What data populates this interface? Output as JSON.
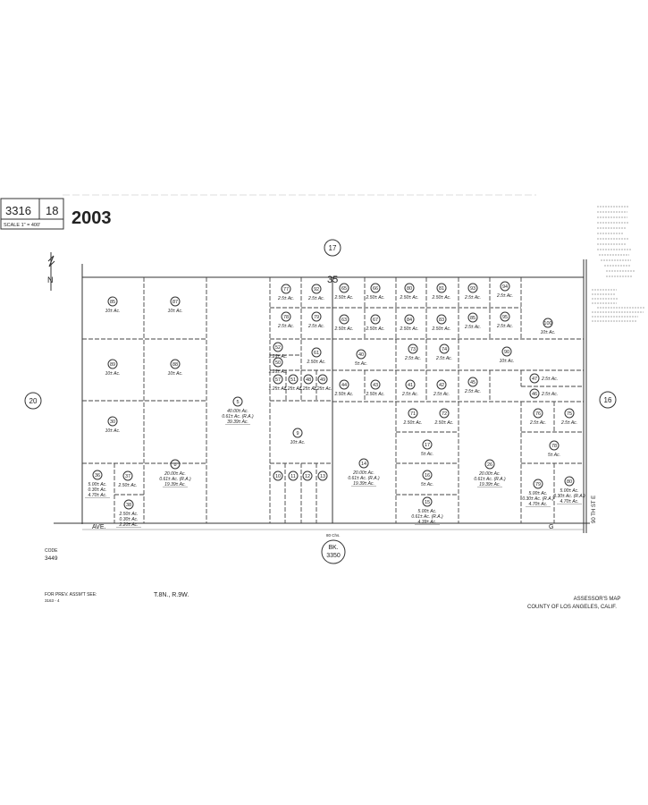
{
  "header": {
    "map_book": "3316",
    "page": "18",
    "scale": "SCALE 1\" = 400'",
    "year": "2003"
  },
  "map": {
    "section": "35",
    "adjacent_north": "17",
    "adjacent_west": "20",
    "adjacent_east": "16",
    "north_label": "N",
    "road_south_left": "AVE.",
    "road_south_right": "G",
    "road_width": "80 Chs.",
    "street_east": "90 TH ST E",
    "book_ref": [
      "BK.",
      "3350"
    ],
    "parcels": [
      {
        "num": "85",
        "area": [
          "10± Ac."
        ]
      },
      {
        "num": "87",
        "area": [
          "10± Ac."
        ]
      },
      {
        "num": "89",
        "area": [
          "10± Ac."
        ]
      },
      {
        "num": "88",
        "area": [
          "10± Ac."
        ]
      },
      {
        "num": "30",
        "area": [
          "10± Ac."
        ]
      },
      {
        "num": "8",
        "area": [
          "20.00± Ac.",
          "0.61± Ac. (R.A.)",
          "19.39± Ac."
        ]
      },
      {
        "num": "5",
        "area": [
          "40.00± Ac.",
          "0.61± Ac. (R.A.)",
          "39.39± Ac."
        ]
      },
      {
        "num": "36",
        "area": [
          "5.00± Ac.",
          "0.30± Ac.",
          "4.70± Ac."
        ]
      },
      {
        "num": "37",
        "area": [
          "2.50± Ac."
        ]
      },
      {
        "num": "38",
        "area": [
          "2.50± Ac.",
          "0.30± Ac.",
          "2.20± Ac."
        ]
      },
      {
        "num": "77",
        "area": [
          "2.5± Ac."
        ]
      },
      {
        "num": "92",
        "area": [
          "2.5± Ac."
        ]
      },
      {
        "num": "78",
        "area": [
          "2.5± Ac."
        ]
      },
      {
        "num": "79",
        "area": [
          "2.5± Ac."
        ]
      },
      {
        "num": "52",
        "area": [
          "1.25± Ac."
        ]
      },
      {
        "num": "50",
        "area": [
          "1.25± Ac."
        ]
      },
      {
        "num": "61",
        "area": [
          "2.50± Ac."
        ]
      },
      {
        "num": "57",
        "area": [
          "1.25± Ac."
        ]
      },
      {
        "num": "51",
        "area": [
          "1.25± Ac."
        ]
      },
      {
        "num": "48",
        "area": [
          "1.25± Ac."
        ]
      },
      {
        "num": "49",
        "area": [
          "1.25± Ac."
        ]
      },
      {
        "num": "9",
        "area": [
          "10± Ac."
        ]
      },
      {
        "num": "10",
        "area": []
      },
      {
        "num": "11",
        "area": []
      },
      {
        "num": "12",
        "area": []
      },
      {
        "num": "13",
        "area": []
      },
      {
        "num": "65",
        "area": [
          "2.50± Ac."
        ]
      },
      {
        "num": "66",
        "area": [
          "2.50± Ac."
        ]
      },
      {
        "num": "80",
        "area": [
          "2.50± Ac."
        ]
      },
      {
        "num": "81",
        "area": [
          "2.50± Ac."
        ]
      },
      {
        "num": "93",
        "area": [
          "2.5± Ac."
        ]
      },
      {
        "num": "94",
        "area": [
          "2.5± Ac."
        ]
      },
      {
        "num": "63",
        "area": [
          "2.50± Ac."
        ]
      },
      {
        "num": "67",
        "area": [
          "2.50± Ac."
        ]
      },
      {
        "num": "84",
        "area": [
          "2.50± Ac."
        ]
      },
      {
        "num": "83",
        "area": [
          "2.50± Ac."
        ]
      },
      {
        "num": "85",
        "area": [
          "2.5± Ac."
        ]
      },
      {
        "num": "95",
        "area": [
          "2.5± Ac."
        ]
      },
      {
        "num": "100",
        "area": [
          "10± Ac."
        ]
      },
      {
        "num": "40",
        "area": [
          "5± Ac."
        ]
      },
      {
        "num": "73",
        "area": [
          "2.5± Ac."
        ]
      },
      {
        "num": "74",
        "area": [
          "2.5± Ac."
        ]
      },
      {
        "num": "90",
        "area": [
          "10± Ac."
        ]
      },
      {
        "num": "44",
        "area": [
          "2.50± Ac."
        ]
      },
      {
        "num": "43",
        "area": [
          "2.50± Ac."
        ]
      },
      {
        "num": "41",
        "area": [
          "2.5± Ac."
        ]
      },
      {
        "num": "42",
        "area": [
          "2.5± Ac."
        ]
      },
      {
        "num": "45",
        "area": [
          "2.5± Ac."
        ]
      },
      {
        "num": "47",
        "area": [
          "2.5± Ac."
        ]
      },
      {
        "num": "46",
        "area": [
          "2.5± Ac."
        ]
      },
      {
        "num": "71",
        "area": [
          "2.50± Ac."
        ]
      },
      {
        "num": "72",
        "area": [
          "2.50± Ac."
        ]
      },
      {
        "num": "17",
        "area": [
          "5± Ac."
        ]
      },
      {
        "num": "16",
        "area": [
          "5± Ac."
        ]
      },
      {
        "num": "15",
        "area": [
          "5.00± Ac.",
          "0.61± Ac. (R.A.)",
          "4.39± Ac."
        ]
      },
      {
        "num": "14",
        "area": [
          "20.00± Ac.",
          "0.61± Ac. (R.A.)",
          "19.39± Ac."
        ]
      },
      {
        "num": "26",
        "area": [
          "20.00± Ac.",
          "0.61± Ac. (R.A.)",
          "19.39± Ac."
        ]
      },
      {
        "num": "76",
        "area": [
          "2.5± Ac."
        ]
      },
      {
        "num": "75",
        "area": [
          "2.5± Ac."
        ]
      },
      {
        "num": "78",
        "area": [
          "5± Ac."
        ]
      },
      {
        "num": "79",
        "area": [
          "5.00± Ac.",
          "0.30± Ac. (R.A.)",
          "4.70± Ac."
        ]
      },
      {
        "num": "80",
        "area": [
          "5.00± Ac.",
          "0.30± Ac. (R.A.)",
          "4.70± Ac."
        ]
      }
    ]
  },
  "footer": {
    "code_label": "CODE",
    "code": "3449",
    "prev_assmt": "FOR PREV. ASSM'T SEE:",
    "prev_ref": "3163 - 4",
    "township": "T.8N., R.9W.",
    "publisher": [
      "ASSESSOR'S MAP",
      "COUNTY OF LOS ANGELES, CALIF."
    ]
  }
}
